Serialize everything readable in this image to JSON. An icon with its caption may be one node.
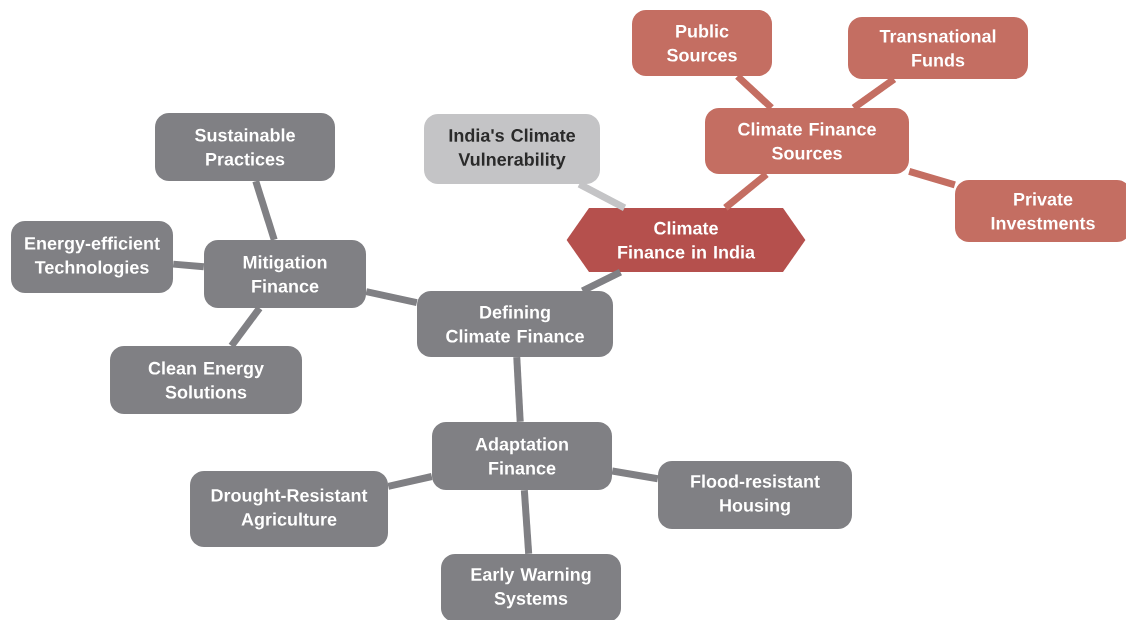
{
  "diagram": {
    "nodes": [
      {
        "text": [
          "Climate Finance in India"
        ]
      },
      {
        "text": [
          "India's Climate Vulnerability"
        ]
      },
      {
        "text": [
          "Climate Finance Sources"
        ]
      },
      {
        "text": [
          "Public Sources"
        ]
      },
      {
        "text": [
          "Transnational Funds"
        ]
      },
      {
        "text": [
          "Private Investments"
        ]
      },
      {
        "text": [
          "Defining Climate Finance"
        ]
      },
      {
        "text": [
          "Mitigation Finance"
        ]
      },
      {
        "text": [
          "Sustainable Practices"
        ]
      },
      {
        "text": [
          "Energy-efficient Technologies"
        ]
      },
      {
        "text": [
          "Clean Energy Solutions"
        ]
      },
      {
        "text": [
          "Adaptation Finance"
        ]
      },
      {
        "text": [
          "Drought-Resistant Agriculture"
        ]
      },
      {
        "text": [
          "Flood-resistant Housing"
        ]
      },
      {
        "text": [
          "Early Warning Systems"
        ]
      }
    ],
    "edges": [
      {
        "from": 0,
        "to": 1,
        "arrow": "none",
        "color": "#c4c4c6"
      },
      {
        "from": 0,
        "to": 2,
        "arrow": "none",
        "color": "#c46e62"
      },
      {
        "from": 2,
        "to": 3,
        "arrow": "none",
        "color": "#c46e62"
      },
      {
        "from": 2,
        "to": 4,
        "arrow": "none",
        "color": "#c46e62"
      },
      {
        "from": 2,
        "to": 5,
        "arrow": "none",
        "color": "#c46e62"
      },
      {
        "from": 0,
        "to": 6,
        "arrow": "none"
      },
      {
        "from": 6,
        "to": 7,
        "arrow": "none"
      },
      {
        "from": 7,
        "to": 8,
        "arrow": "none"
      },
      {
        "from": 7,
        "to": 9,
        "arrow": "none"
      },
      {
        "from": 7,
        "to": 10,
        "arrow": "none"
      },
      {
        "from": 6,
        "to": 11,
        "arrow": "none"
      },
      {
        "from": 11,
        "to": 12,
        "arrow": "none"
      },
      {
        "from": 11,
        "to": 13,
        "arrow": "none"
      },
      {
        "from": 11,
        "to": 14,
        "arrow": "none"
      }
    ]
  }
}
